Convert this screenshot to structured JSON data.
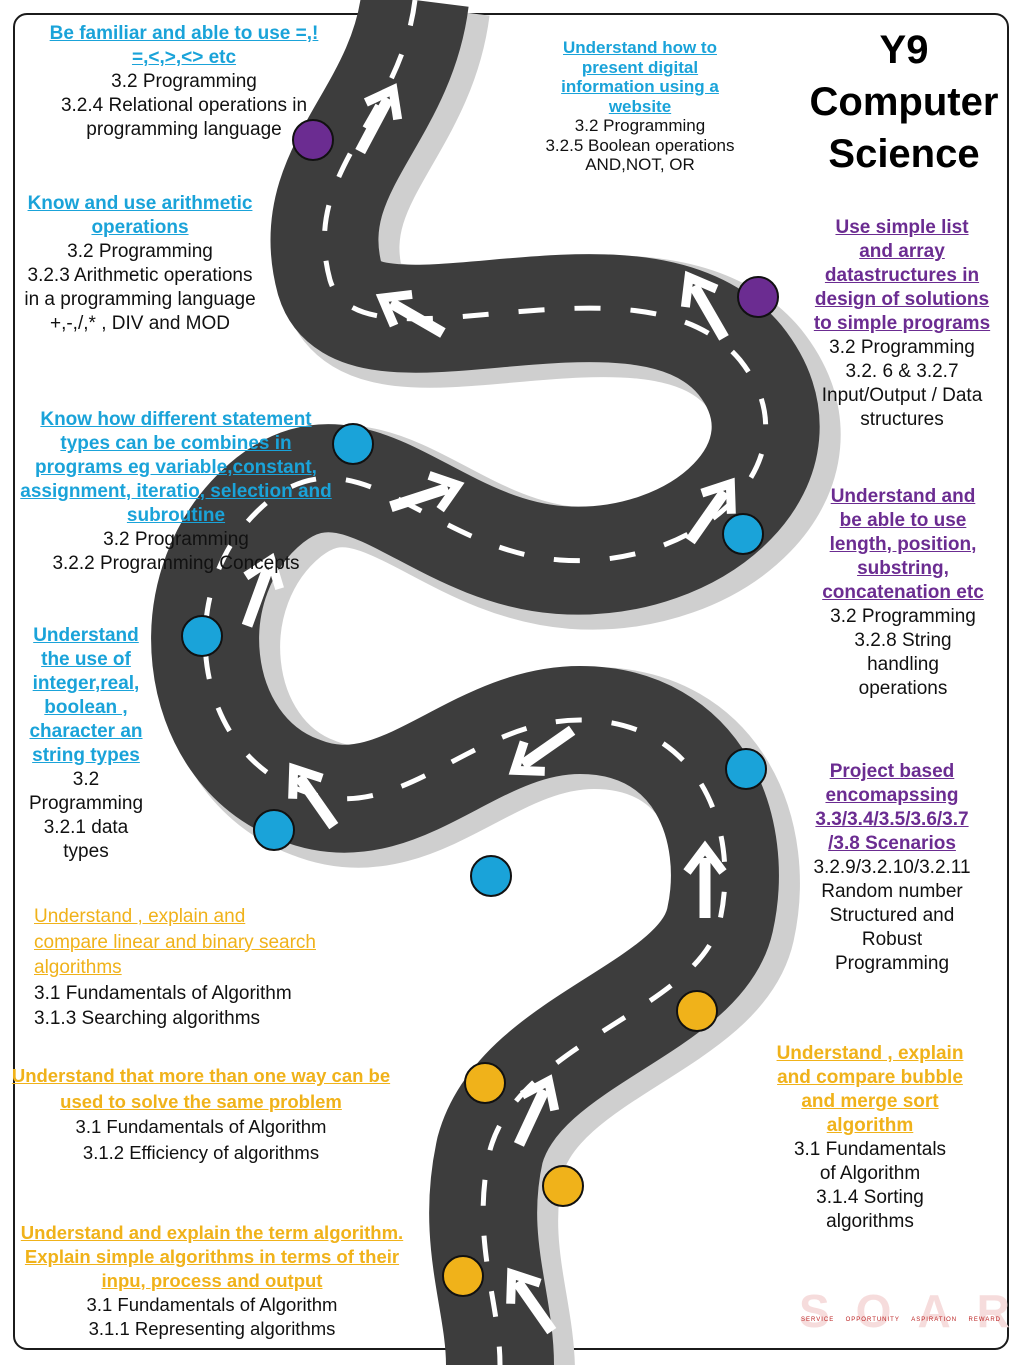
{
  "title": [
    "Y9",
    "Computer",
    "Science"
  ],
  "blocks": {
    "b1": {
      "heading": [
        "Be familiar and able to use =,!",
        "=,<,>,<> etc"
      ],
      "lines": [
        "3.2 Programming",
        "3.2.4 Relational operations in",
        "programming language"
      ]
    },
    "b2": {
      "heading": [
        "Understand how to",
        "present digital",
        "information using a",
        "website "
      ],
      "lines": [
        "3.2 Programming",
        "3.2.5 Boolean operations",
        "AND,NOT, OR"
      ]
    },
    "b3": {
      "heading": [
        "Know and use arithmetic",
        "operations "
      ],
      "lines": [
        "3.2 Programming",
        "3.2.3 Arithmetic operations",
        "in a programming language",
        "+,-,/,* , DIV and MOD"
      ]
    },
    "b4": {
      "heading": [
        "Use simple list",
        "and  array",
        "datastructures in",
        "design of solutions",
        "to simple programs "
      ],
      "lines": [
        "3.2 Programming",
        "3.2. 6 & 3.2.7",
        "Input/Output / Data",
        "structures"
      ]
    },
    "b5": {
      "heading": [
        "Know how different statement",
        "types can be combines in",
        "programs eg variable,constant,",
        "assignment, iteratio, selection and",
        "subroutine"
      ],
      "lines": [
        "3.2 Programming",
        "3.2.2 Programming Concepts"
      ]
    },
    "b6": {
      "heading": [
        "Understand and",
        "be able to use",
        "length, position,",
        "substring,",
        "concatenation etc"
      ],
      "lines": [
        "3.2 Programming",
        "3.2.8 String",
        "handling",
        "operations"
      ]
    },
    "b7": {
      "heading": [
        "Understand",
        "the use of",
        "integer,real,",
        "boolean ,",
        "character an",
        "string types"
      ],
      "lines": [
        "3.2",
        "Programming",
        "3.2.1 data",
        "types"
      ]
    },
    "b8": {
      "heading": [
        "Project based",
        "encomapssing",
        "3.3/3.4/3.5/3.6/3.7",
        "/3.8 Scenarios"
      ],
      "lines": [
        "3.2.9/3.2.10/3.2.11",
        "Random number",
        "Structured and",
        "Robust",
        "Programming"
      ]
    },
    "b9": {
      "heading": [
        "Understand , explain and",
        "compare linear and binary search",
        "algorithms"
      ],
      "lines": [
        "3.1 Fundamentals of Algorithm",
        "3.1.3 Searching algorithms"
      ]
    },
    "b10": {
      "heading": [
        "Understand that more than one way can be",
        "used to solve the same problem"
      ],
      "lines": [
        "3.1 Fundamentals of Algorithm",
        "3.1.2 Efficiency of algorithms"
      ]
    },
    "b11": {
      "heading": [
        "Understand , explain",
        "and compare bubble",
        "and merge sort",
        "algorithm"
      ],
      "lines": [
        "3.1 Fundamentals",
        "of Algorithm",
        "3.1.4 Sorting",
        "algorithms"
      ]
    },
    "b12": {
      "heading": [
        "Understand and explain the term algorithm.",
        "Explain simple algorithms in terms of their",
        "inpu, process and output"
      ],
      "lines": [
        "3.1 Fundamentals of Algorithm",
        "3.1.1 Representing algorithms"
      ]
    }
  },
  "logo": {
    "word": "SOAR",
    "values": [
      "SERVICE",
      "OPPORTUNITY",
      "ASPIRATION",
      "REWARD"
    ]
  },
  "colors": {
    "blue": "#1aa3d9",
    "purple": "#6b2c91",
    "yellow": "#f0b21a",
    "road": "#3d3d3d",
    "lane": "#ffffff"
  },
  "milestones": [
    "purple",
    "purple",
    "blue",
    "blue",
    "blue",
    "blue",
    "blue",
    "blue",
    "yellow",
    "yellow",
    "yellow",
    "yellow"
  ]
}
